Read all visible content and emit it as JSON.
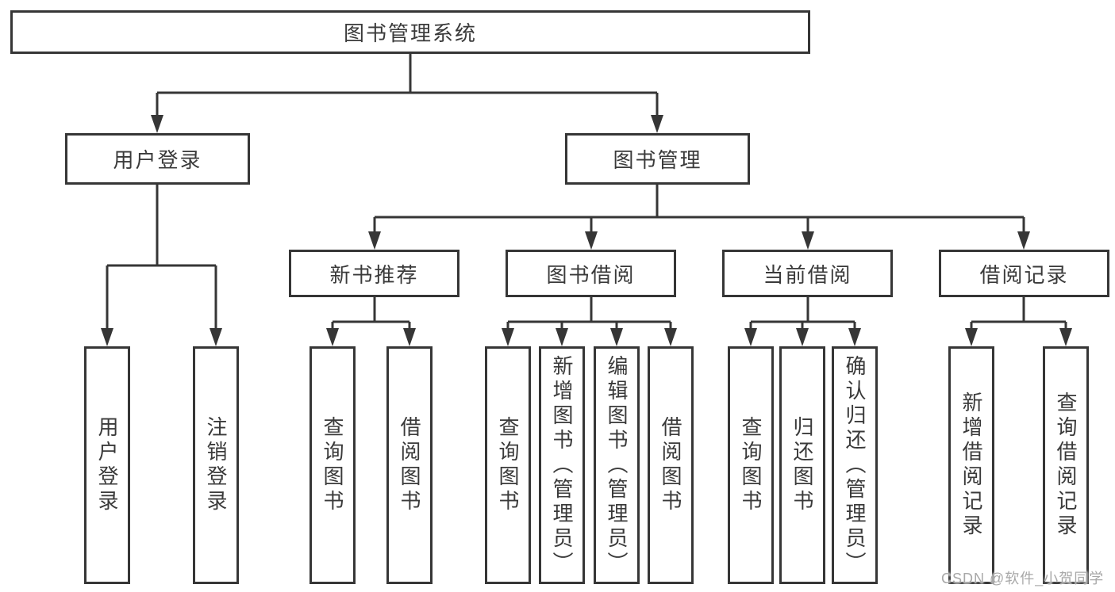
{
  "diagram": {
    "root": {
      "label": "图书管理系统"
    },
    "branches": [
      {
        "label": "用户登录",
        "children": [
          {
            "label": "用户登录"
          },
          {
            "label": "注销登录"
          }
        ]
      },
      {
        "label": "图书管理",
        "children": [
          {
            "label": "新书推荐",
            "children": [
              {
                "label": "查询图书"
              },
              {
                "label": "借阅图书"
              }
            ]
          },
          {
            "label": "图书借阅",
            "children": [
              {
                "label": "查询图书"
              },
              {
                "label": "新增图书（管理员）"
              },
              {
                "label": "编辑图书（管理员）"
              },
              {
                "label": "借阅图书"
              }
            ]
          },
          {
            "label": "当前借阅",
            "children": [
              {
                "label": "查询图书"
              },
              {
                "label": "归还图书"
              },
              {
                "label": "确认归还（管理员）"
              }
            ]
          },
          {
            "label": "借阅记录",
            "children": [
              {
                "label": "新增借阅记录"
              },
              {
                "label": "查询借阅记录"
              }
            ]
          }
        ]
      }
    ]
  },
  "watermark": {
    "text": "CSDN @软件_小贺同学"
  },
  "colors": {
    "line": "#363636",
    "text": "#3a3a3a",
    "watermark": "#a8a8a8",
    "background": "#ffffff"
  }
}
